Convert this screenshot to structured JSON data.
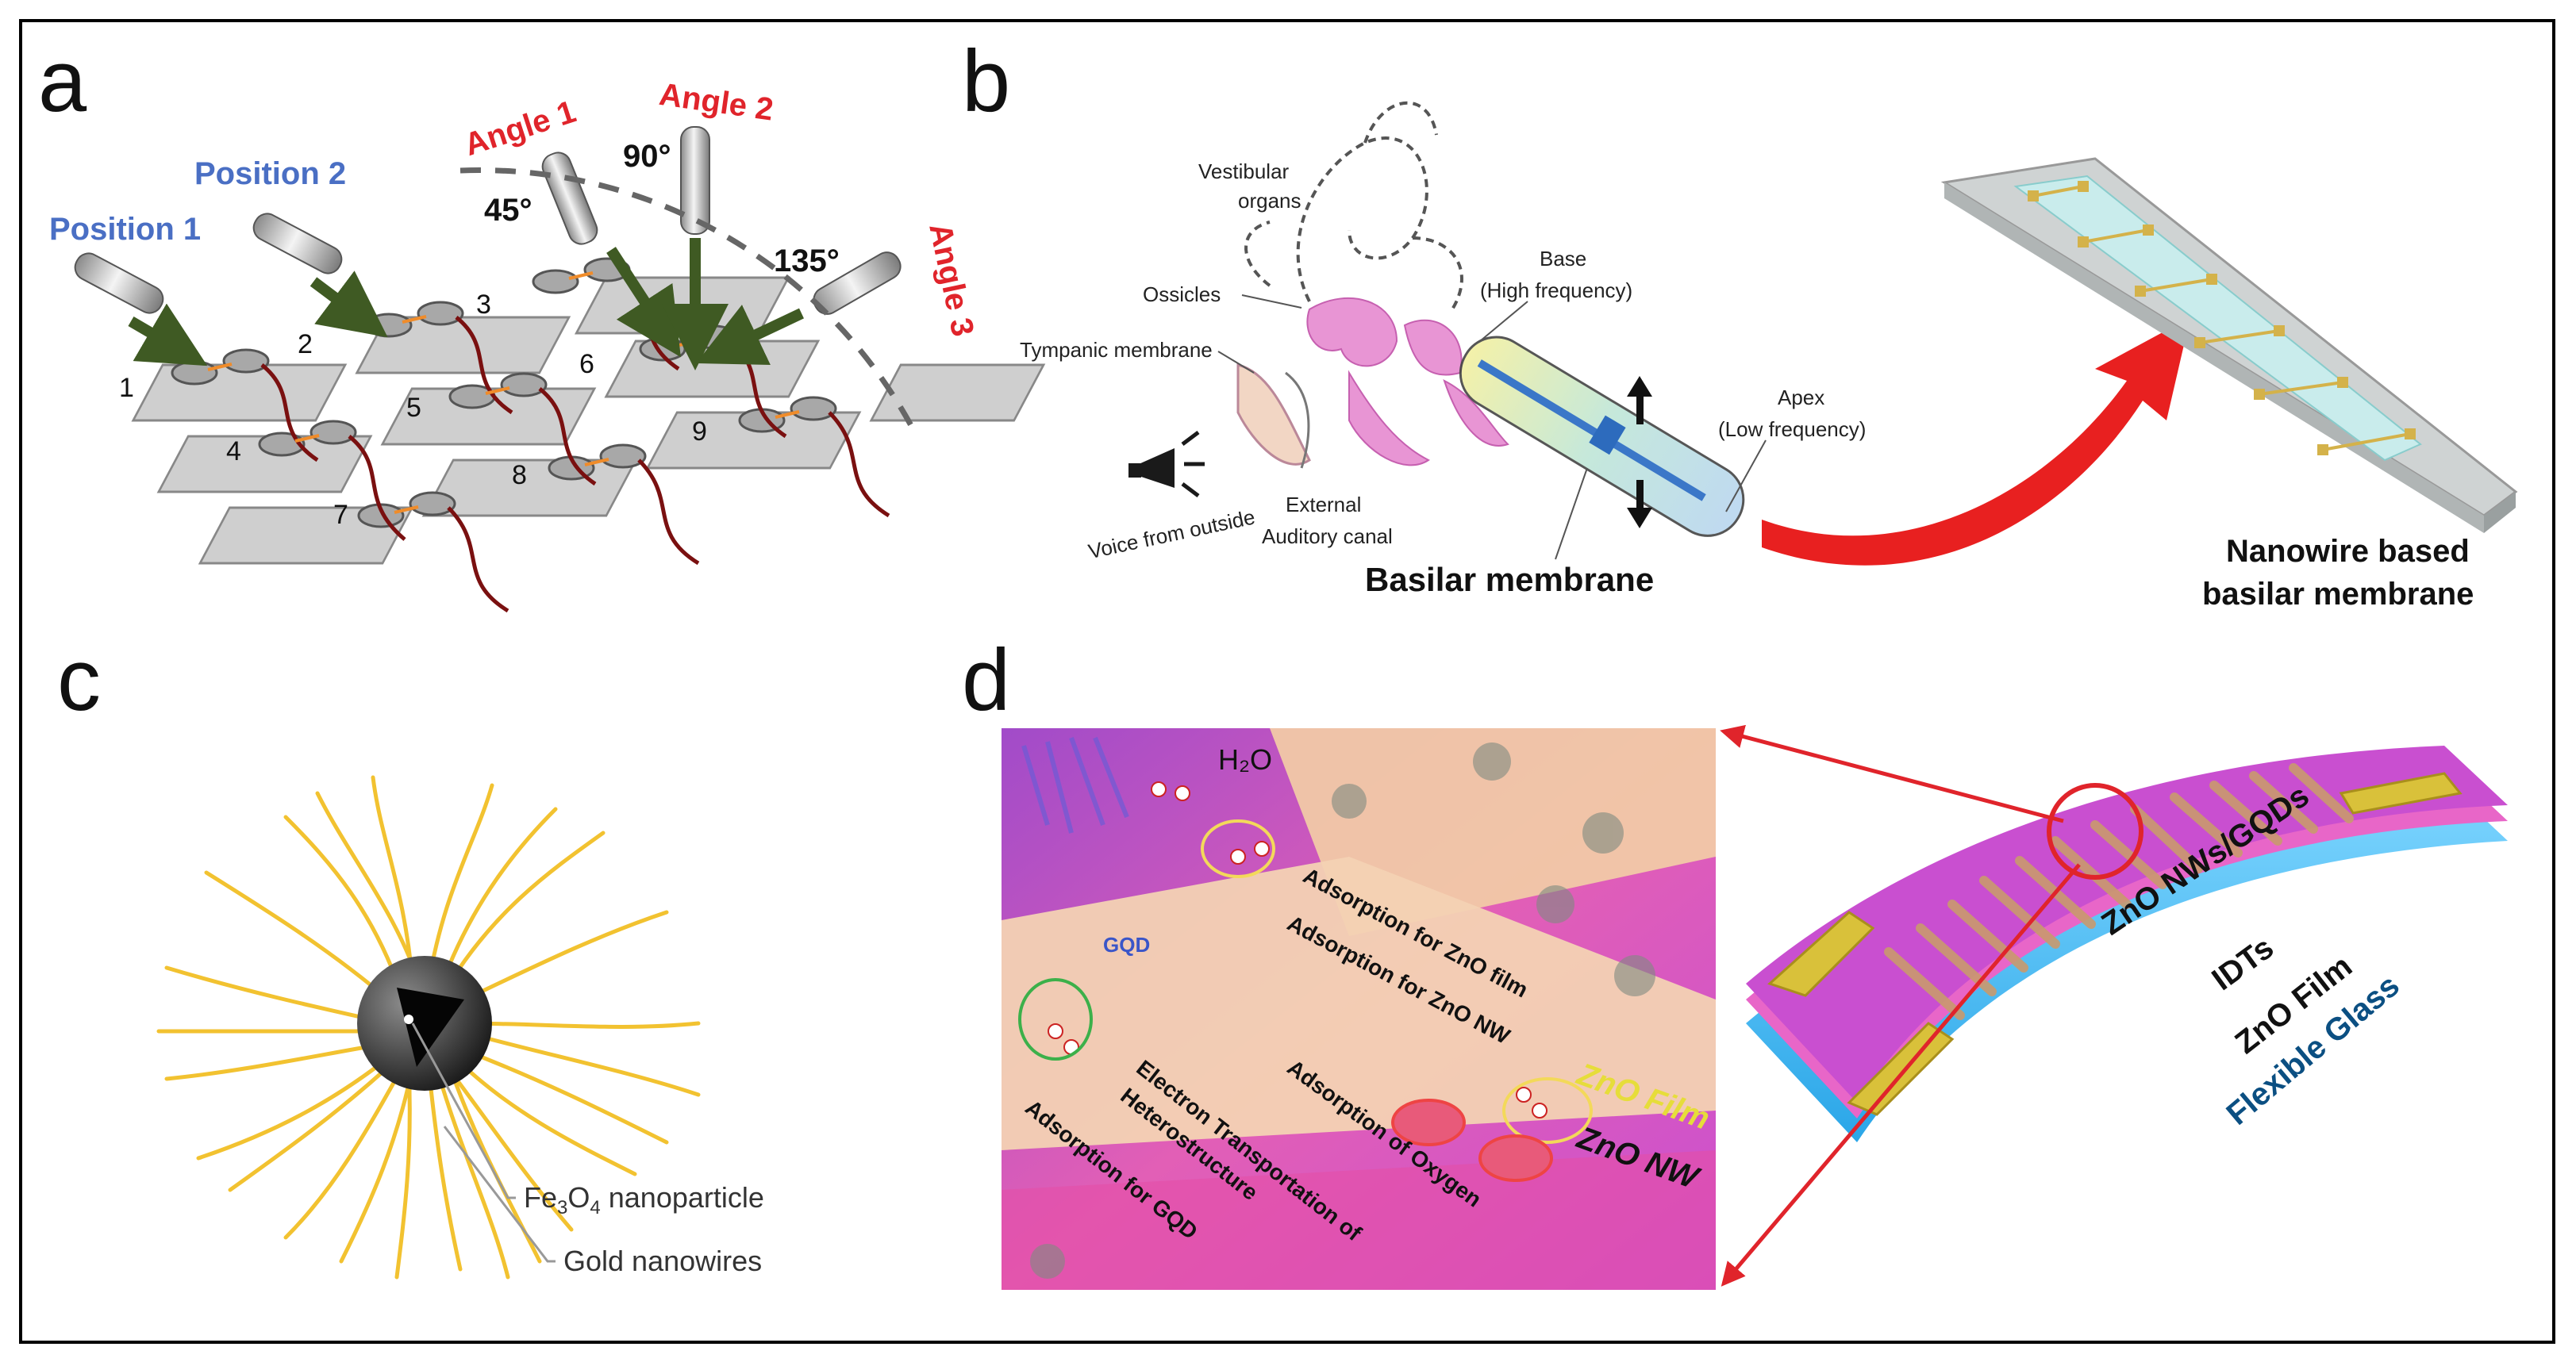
{
  "panels": {
    "a": {
      "letter": "a",
      "position_labels": [
        "Position 1",
        "Position 2"
      ],
      "angle_labels": [
        "Angle 1",
        "Angle 2",
        "Angle 3"
      ],
      "degree_labels": [
        "45°",
        "90°",
        "135°"
      ],
      "tile_numbers": [
        "1",
        "2",
        "3",
        "4",
        "5",
        "6",
        "7",
        "8",
        "9"
      ],
      "colors": {
        "position": "#4a6fc4",
        "angle": "#e0242b",
        "arrow": "#3f5a23",
        "wire": "#7a1010"
      }
    },
    "b": {
      "letter": "b",
      "labels": {
        "vestibular_1": "Vestibular",
        "vestibular_2": "organs",
        "ossicles": "Ossicles",
        "tympanic": "Tympanic membrane",
        "base_1": "Base",
        "base_2": "(High frequency)",
        "apex_1": "Apex",
        "apex_2": "(Low frequency)",
        "voice": "Voice from outside",
        "external_1": "External",
        "external_2": "Auditory canal",
        "basilar": "Basilar membrane",
        "nanowire_1": "Nanowire based",
        "nanowire_2": "basilar membrane"
      }
    },
    "c": {
      "letter": "c",
      "labels": {
        "fe_prefix": "Fe",
        "fe_sub1": "3",
        "fe_mid": "O",
        "fe_sub2": "4",
        "fe_suffix": " nanoparticle",
        "gold": "Gold nanowires"
      },
      "colors": {
        "wire": "#f2c230",
        "core": "#1a1a1a"
      }
    },
    "d": {
      "letter": "d",
      "labels": {
        "h2o": "H₂O",
        "gqd": "GQD",
        "ads_zno_film": "Adsorption for ZnO film",
        "ads_zno_nw": "Adsorption for ZnO NW",
        "ads_oxygen": "Adsorption of Oxygen",
        "electron_1": "Electron Transportation of",
        "electron_2": "Heterostructure",
        "ads_gqd": "Adsorption for GQD",
        "zno_film_tag": "ZnO Film",
        "zno_nw_tag": "ZnO NW",
        "device_nws": "ZnO NWs/GQDs",
        "device_idts": "IDTs",
        "device_film": "ZnO Film",
        "device_glass": "Flexible Glass"
      }
    }
  }
}
